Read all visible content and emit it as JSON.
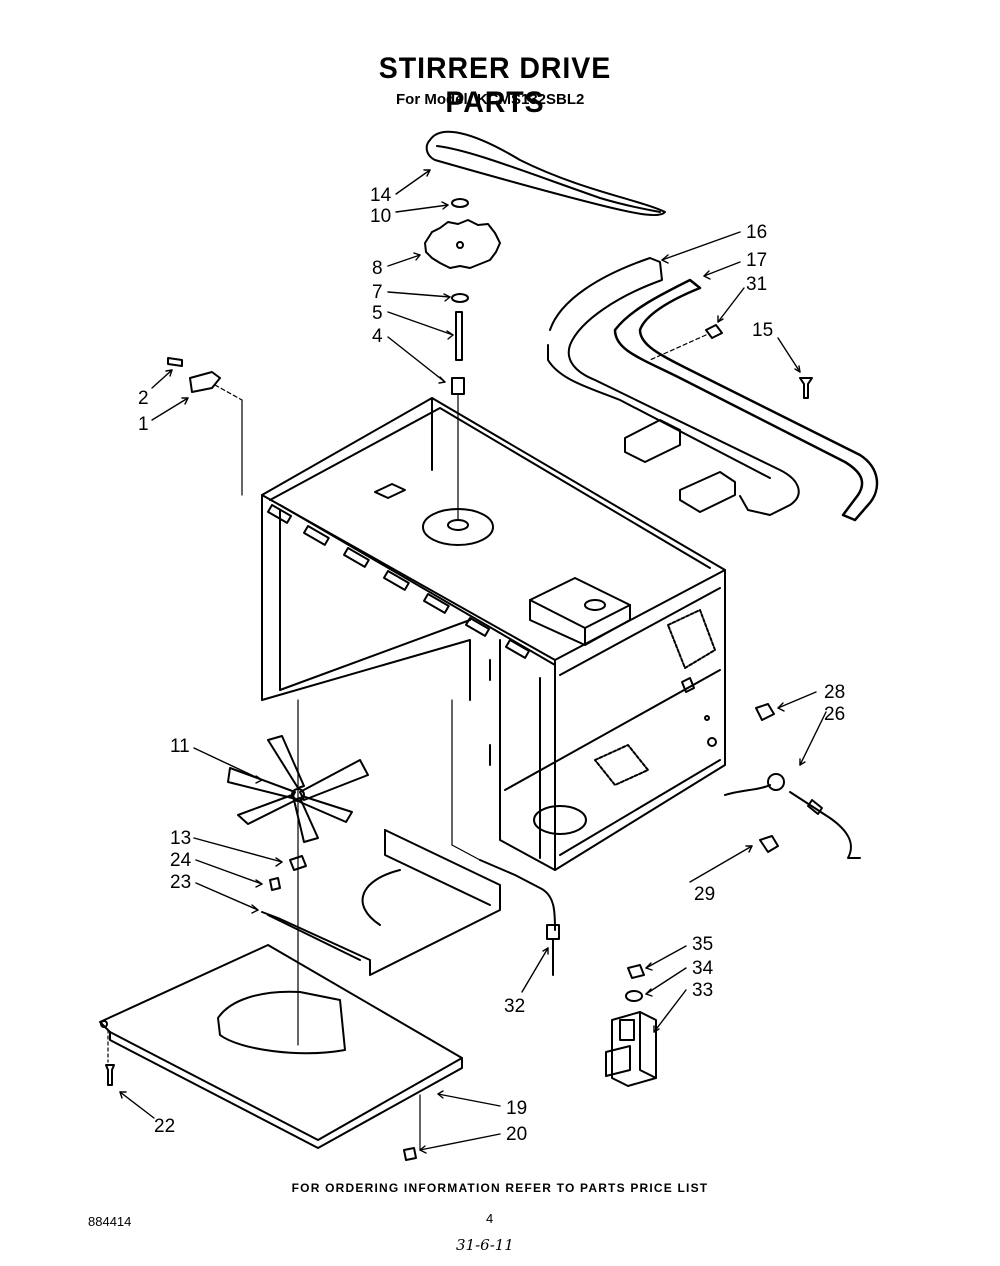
{
  "header": {
    "title": "STIRRER DRIVE PARTS",
    "subtitle": "For Model: KCMS132SBL2"
  },
  "callouts": [
    {
      "id": "14",
      "text": "14"
    },
    {
      "id": "10",
      "text": "10"
    },
    {
      "id": "8",
      "text": "8"
    },
    {
      "id": "7",
      "text": "7"
    },
    {
      "id": "5",
      "text": "5"
    },
    {
      "id": "4",
      "text": "4"
    },
    {
      "id": "2",
      "text": "2"
    },
    {
      "id": "1",
      "text": "1"
    },
    {
      "id": "16",
      "text": "16"
    },
    {
      "id": "17",
      "text": "17"
    },
    {
      "id": "31",
      "text": "31"
    },
    {
      "id": "15",
      "text": "15"
    },
    {
      "id": "28",
      "text": "28"
    },
    {
      "id": "26",
      "text": "26"
    },
    {
      "id": "11",
      "text": "11"
    },
    {
      "id": "13",
      "text": "13"
    },
    {
      "id": "24",
      "text": "24"
    },
    {
      "id": "23",
      "text": "23"
    },
    {
      "id": "29",
      "text": "29"
    },
    {
      "id": "35",
      "text": "35"
    },
    {
      "id": "34",
      "text": "34"
    },
    {
      "id": "33",
      "text": "33"
    },
    {
      "id": "32",
      "text": "32"
    },
    {
      "id": "22",
      "text": "22"
    },
    {
      "id": "19",
      "text": "19"
    },
    {
      "id": "20",
      "text": "20"
    }
  ],
  "footer": {
    "ordering_note": "FOR ORDERING INFORMATION REFER TO PARTS PRICE LIST",
    "doc_number": "884414",
    "page_number": "4",
    "handwritten_date": "31-6-11"
  },
  "colors": {
    "ink": "#000000",
    "paper": "#ffffff"
  }
}
